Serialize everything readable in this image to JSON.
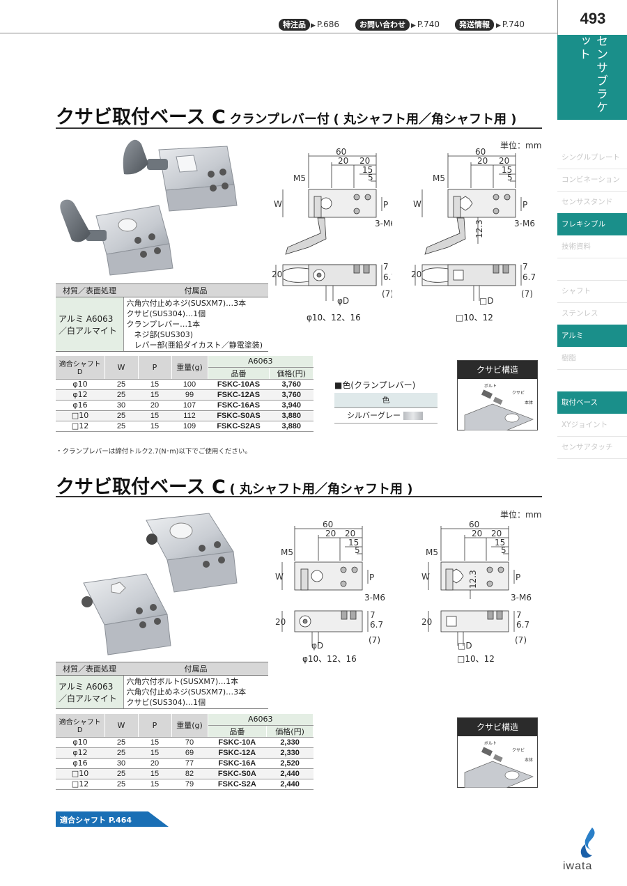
{
  "header": {
    "refs": [
      {
        "label": "特注品",
        "page": "P.686"
      },
      {
        "label": "お問い合わせ",
        "page": "P.740"
      },
      {
        "label": "発送情報",
        "page": "P.740"
      }
    ],
    "page_number": "493",
    "category_tab": "センサブラケット"
  },
  "sidenav": {
    "items": [
      "シングルプレート",
      "コンビネーション",
      "センサスタンド",
      "フレキシブル",
      "技術資料",
      "シャフト",
      "ステンレス",
      "アルミ",
      "樹脂",
      "取付ベース",
      "XYジョイント",
      "センサアタッチ"
    ],
    "active": [
      "フレキシブル",
      "アルミ",
      "取付ベース"
    ]
  },
  "section1": {
    "title_main": "クサビ取付ベース C",
    "title_sub": "クランプレバー付",
    "title_paren": "( 丸シャフト用／角シャフト用 )",
    "unit": "単位：mm",
    "caption_round": "φ10、12、16",
    "caption_square": "□10、12",
    "dims": {
      "d60": "60",
      "d20a": "20",
      "d20b": "20",
      "d15": "15",
      "d5": "5",
      "m5": "M5",
      "w": "W",
      "p": "P",
      "m6": "3-M6",
      "h20": "20",
      "h7": "7",
      "h67": "6.7",
      "p7": "(7)",
      "phid": "φD",
      "sqd": "□D",
      "d123": "12.3"
    },
    "material": {
      "h_material": "材質／表面処理",
      "h_accessory": "付属品",
      "material_value": "アルミ A6063\n／白アルマイト",
      "accessories": [
        "六角穴付止めネジ(SUSXM7)…3本",
        "クサビ(SUS304)…1個",
        "クランプレバー…1本",
        "　ネジ部(SUS303)",
        "　レバー部(亜鉛ダイカスト／静電塗装)"
      ]
    },
    "spec": {
      "h_shaft": "適合シャフトD",
      "h_w": "W",
      "h_p": "P",
      "h_weight": "重量(g)",
      "h_a6063": "A6063",
      "h_code": "品番",
      "h_price": "価格(円)",
      "rows": [
        {
          "shaft": "φ10",
          "w": "25",
          "p": "15",
          "weight": "100",
          "code": "FSKC-10AS",
          "price": "3,760"
        },
        {
          "shaft": "φ12",
          "w": "25",
          "p": "15",
          "weight": "99",
          "code": "FSKC-12AS",
          "price": "3,760"
        },
        {
          "shaft": "φ16",
          "w": "30",
          "p": "20",
          "weight": "107",
          "code": "FSKC-16AS",
          "price": "3,940"
        },
        {
          "shaft": "□10",
          "w": "25",
          "p": "15",
          "weight": "112",
          "code": "FSKC-S0AS",
          "price": "3,880"
        },
        {
          "shaft": "□12",
          "w": "25",
          "p": "15",
          "weight": "109",
          "code": "FSKC-S2AS",
          "price": "3,880"
        }
      ]
    },
    "note": "・クランプレバーは締付トルク2.7(N･m)以下でご使用ください。",
    "color": {
      "title": "■色(クランプレバー)",
      "header": "色",
      "value": "シルバーグレー"
    },
    "structure": {
      "title": "クサビ構造",
      "bolt": "ボルト",
      "wedge": "クサビ",
      "body": "本体"
    }
  },
  "section2": {
    "title_main": "クサビ取付ベース C",
    "title_paren": "( 丸シャフト用／角シャフト用 )",
    "unit": "単位：mm",
    "caption_round": "φ10、12、16",
    "caption_square": "□10、12",
    "material": {
      "h_material": "材質／表面処理",
      "h_accessory": "付属品",
      "material_value": "アルミ A6063\n／白アルマイト",
      "accessories": [
        "六角穴付ボルト(SUSXM7)…1本",
        "六角穴付止めネジ(SUSXM7)…3本",
        "クサビ(SUS304)…1個"
      ]
    },
    "spec": {
      "h_shaft": "適合シャフトD",
      "h_w": "W",
      "h_p": "P",
      "h_weight": "重量(g)",
      "h_a6063": "A6063",
      "h_code": "品番",
      "h_price": "価格(円)",
      "rows": [
        {
          "shaft": "φ10",
          "w": "25",
          "p": "15",
          "weight": "70",
          "code": "FSKC-10A",
          "price": "2,330"
        },
        {
          "shaft": "φ12",
          "w": "25",
          "p": "15",
          "weight": "69",
          "code": "FSKC-12A",
          "price": "2,330"
        },
        {
          "shaft": "φ16",
          "w": "30",
          "p": "20",
          "weight": "77",
          "code": "FSKC-16A",
          "price": "2,520"
        },
        {
          "shaft": "□10",
          "w": "25",
          "p": "15",
          "weight": "82",
          "code": "FSKC-S0A",
          "price": "2,440"
        },
        {
          "shaft": "□12",
          "w": "25",
          "p": "15",
          "weight": "79",
          "code": "FSKC-S2A",
          "price": "2,440"
        }
      ]
    },
    "structure": {
      "title": "クサビ構造",
      "bolt": "ボルト",
      "wedge": "クサビ",
      "body": "本体"
    }
  },
  "footer": {
    "shaft_link": "適合シャフト P.464",
    "brand": "iwata",
    "colors": {
      "accent": "#1a8f8a",
      "link": "#1a6fb5"
    }
  }
}
